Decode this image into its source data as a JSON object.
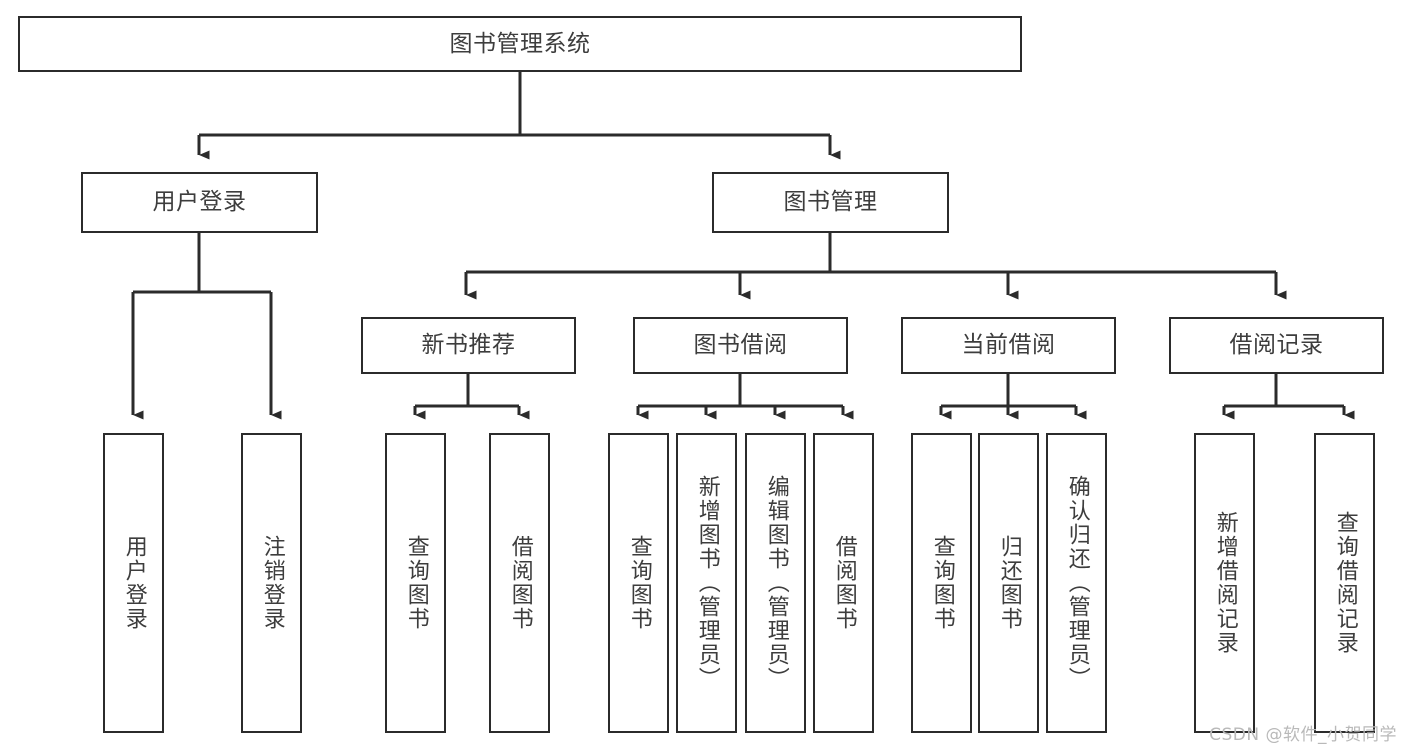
{
  "diagram": {
    "title": "图书管理系统",
    "type": "tree-hierarchy-chart",
    "background_color": "#ffffff",
    "box_border_color": "#2b2b2b",
    "text_color": "#3d3d3d",
    "connector_color": "#2b2b2b",
    "watermark": "CSDN @软件_小贺同学",
    "watermark_color": "#b9b9b9"
  },
  "nodes": {
    "root": {
      "label": "图书管理系统",
      "orientation": "horizontal"
    },
    "level2": [
      {
        "label": "用户登录",
        "orientation": "horizontal"
      },
      {
        "label": "图书管理",
        "orientation": "horizontal"
      }
    ],
    "level3": [
      {
        "label": "新书推荐",
        "orientation": "horizontal"
      },
      {
        "label": "图书借阅",
        "orientation": "horizontal"
      },
      {
        "label": "当前借阅",
        "orientation": "horizontal"
      },
      {
        "label": "借阅记录",
        "orientation": "horizontal"
      }
    ],
    "leaves": {
      "user_login": [
        {
          "label": "用户登录",
          "orientation": "vertical"
        },
        {
          "label": "注销登录",
          "orientation": "vertical"
        }
      ],
      "new_book_recommend": [
        {
          "label": "查询图书",
          "orientation": "vertical"
        },
        {
          "label": "借阅图书",
          "orientation": "vertical"
        }
      ],
      "book_borrow": [
        {
          "label": "查询图书",
          "orientation": "vertical"
        },
        {
          "label": "新增图书（管理员）",
          "orientation": "vertical"
        },
        {
          "label": "编辑图书（管理员）",
          "orientation": "vertical"
        },
        {
          "label": "借阅图书",
          "orientation": "vertical"
        }
      ],
      "current_borrow": [
        {
          "label": "查询图书",
          "orientation": "vertical"
        },
        {
          "label": "归还图书",
          "orientation": "vertical"
        },
        {
          "label": "确认归还（管理员）",
          "orientation": "vertical"
        }
      ],
      "borrow_record": [
        {
          "label": "新增借阅记录",
          "orientation": "vertical"
        },
        {
          "label": "查询借阅记录",
          "orientation": "vertical"
        }
      ]
    }
  }
}
